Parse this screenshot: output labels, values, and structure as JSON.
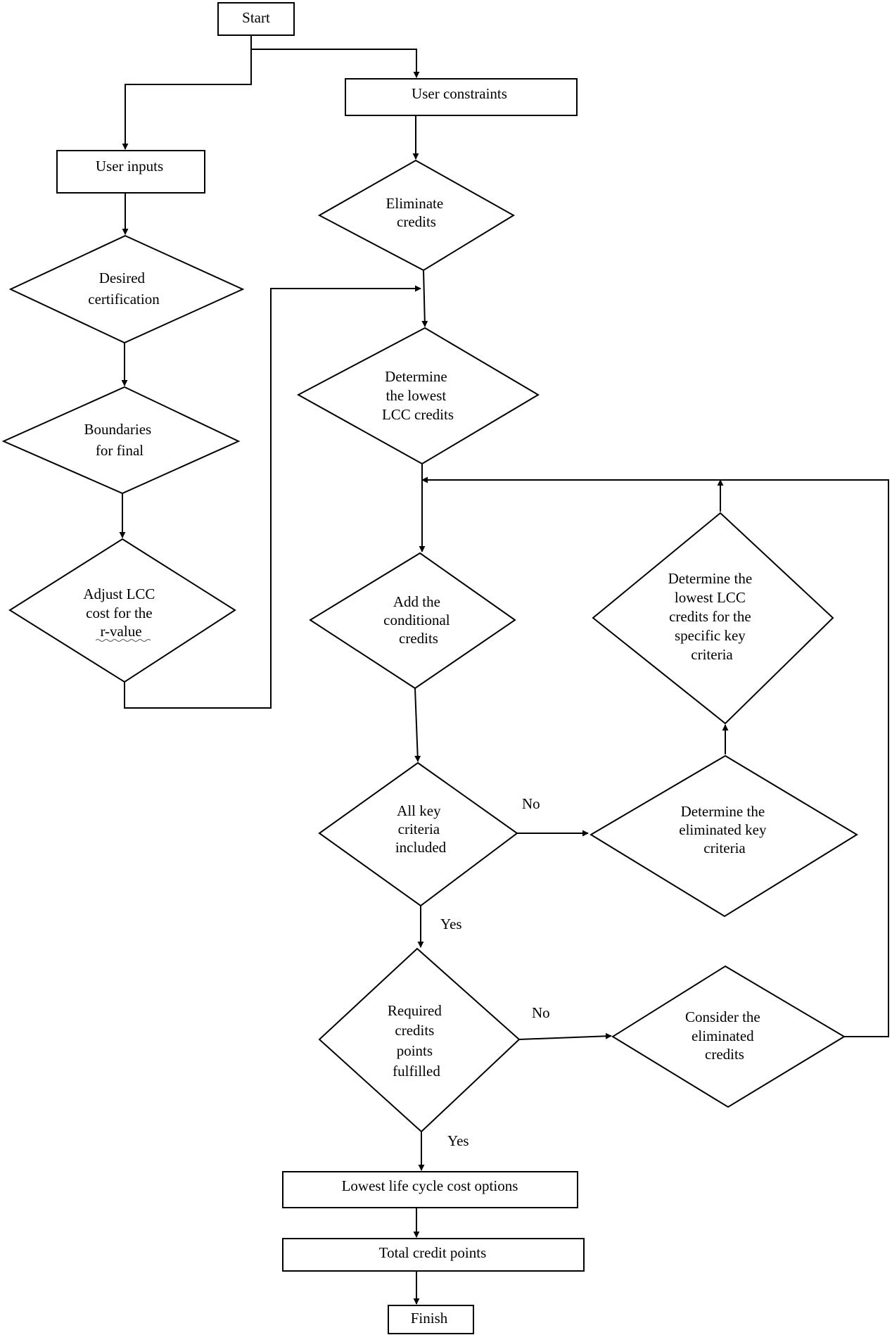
{
  "diagram": {
    "type": "flowchart",
    "nodes": {
      "start": {
        "shape": "process",
        "lines": [
          "Start"
        ]
      },
      "user_constraints": {
        "shape": "process",
        "lines": [
          "User constraints"
        ]
      },
      "user_inputs": {
        "shape": "process",
        "lines": [
          "User inputs"
        ]
      },
      "eliminate_credits": {
        "shape": "decision",
        "lines": [
          "Eliminate",
          "credits"
        ]
      },
      "desired_certification": {
        "shape": "decision",
        "lines": [
          "Desired",
          "certification"
        ]
      },
      "boundaries_final": {
        "shape": "decision",
        "lines": [
          "Boundaries",
          "for final"
        ]
      },
      "adjust_lcc": {
        "shape": "decision",
        "lines": [
          "Adjust LCC",
          "cost for the",
          "r-value"
        ]
      },
      "determine_lowest_lcc": {
        "shape": "decision",
        "lines": [
          "Determine",
          "the lowest",
          "LCC credits"
        ]
      },
      "add_conditional": {
        "shape": "decision",
        "lines": [
          "Add the",
          "conditional",
          "credits"
        ]
      },
      "lowest_lcc_key": {
        "shape": "decision",
        "lines": [
          "Determine the",
          "lowest LCC",
          "credits for the",
          "specific key",
          "criteria"
        ]
      },
      "all_key_criteria": {
        "shape": "decision",
        "lines": [
          "All key",
          "criteria",
          "included"
        ]
      },
      "eliminated_key": {
        "shape": "decision",
        "lines": [
          "Determine the",
          "eliminated key",
          "criteria"
        ]
      },
      "required_credits": {
        "shape": "decision",
        "lines": [
          "Required",
          "credits",
          "points",
          "fulfilled"
        ]
      },
      "consider_eliminated": {
        "shape": "decision",
        "lines": [
          "Consider the",
          "eliminated",
          "credits"
        ]
      },
      "lowest_life_cycle": {
        "shape": "process",
        "lines": [
          "Lowest life cycle cost options"
        ]
      },
      "total_credit_points": {
        "shape": "process",
        "lines": [
          "Total credit points"
        ]
      },
      "finish": {
        "shape": "process",
        "lines": [
          "Finish"
        ]
      }
    },
    "edge_labels": {
      "no_1": "No",
      "yes_1": "Yes",
      "no_2": "No",
      "yes_2": "Yes"
    }
  }
}
